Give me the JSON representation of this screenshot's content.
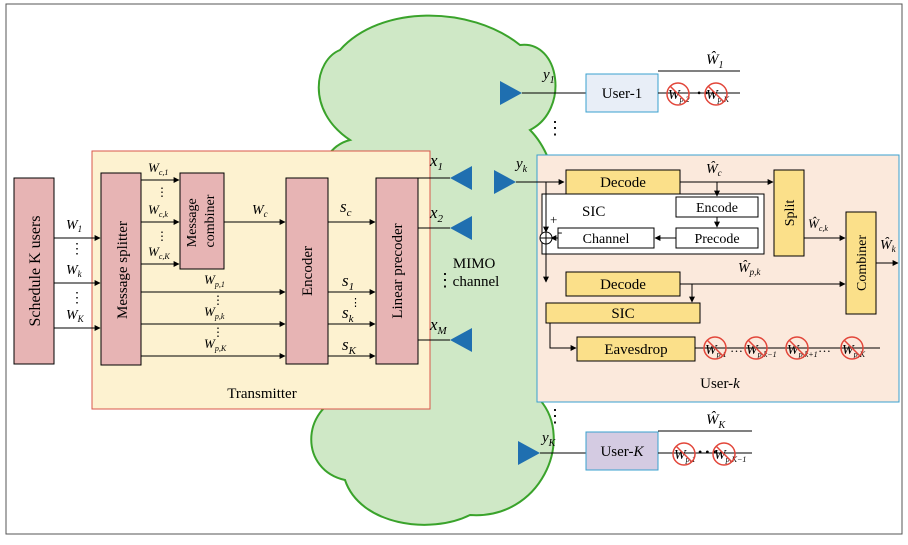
{
  "colors": {
    "cloud": "#cfe8c6",
    "cloud_edge": "#3aa32b",
    "transmitter_bg": "#fdf2d0",
    "transmitter_edge": "#d9574a",
    "pink_block": "#e7b4b4",
    "yellow_block": "#fbe08a",
    "user_panel_bg": "#fbe9dc",
    "user_panel_edge": "#3aa0cf",
    "antenna": "#1f6fb0",
    "cross": "#e2463a",
    "eaves_text": "#e03a2a"
  },
  "transmitter": {
    "schedule": "Schedule K users",
    "message_splitter": "Message splitter",
    "message_combiner": "Message combiner",
    "encoder": "Encoder",
    "linear_precoder": "Linear precoder",
    "caption": "Transmitter",
    "inputs": [
      "W1",
      "Wk",
      "WK"
    ],
    "common_parts": [
      "Wc,1",
      "Wc,k",
      "Wc,K"
    ],
    "common_out": "Wc",
    "private_parts": [
      "Wp,1",
      "Wp,k",
      "Wp,K"
    ],
    "streams": [
      "sc",
      "s1",
      "sk",
      "sK"
    ],
    "antennas": [
      "x1",
      "x2",
      "xM"
    ]
  },
  "channel": {
    "label": "MIMO channel"
  },
  "users": {
    "user1": {
      "label": "User-1",
      "rx": "y1",
      "estimate": "Ŵ1",
      "crossed": [
        "Wp,2",
        "Wp,K"
      ]
    },
    "userk": {
      "rx": "yk",
      "decode_common": "Decode",
      "common_estimate": "Ŵc",
      "sic_label": "SIC",
      "encode": "Encode",
      "precode": "Precode",
      "channel": "Channel",
      "plus": "+",
      "minus": "-",
      "split": "Split",
      "split_out": "Ŵc,k",
      "decode_private": "Decode",
      "private_estimate": "Ŵp,k",
      "sic2": "SIC",
      "eavesdrop": "Eavesdrop",
      "combiner": "Combiner",
      "output": "Ŵk",
      "crossed": [
        "Wp,1",
        "Wp,k−1",
        "Wp,k+1",
        "Wp,K"
      ],
      "caption": "User-k"
    },
    "userK": {
      "label": "User-K",
      "rx": "yK",
      "estimate": "ŴK",
      "crossed": [
        "Wp,1",
        "Wp,K−1"
      ]
    }
  }
}
